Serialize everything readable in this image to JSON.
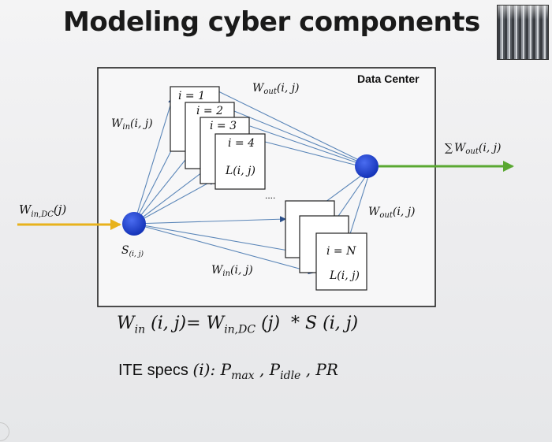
{
  "slide": {
    "title": "Modeling cyber components",
    "thumbnail": "server-rack-photo"
  },
  "diagram": {
    "box_title": "Data Center",
    "input_power": "W",
    "input_power_sub": "in,DC",
    "input_power_arg": "(j)",
    "win_top": "W",
    "win_top_sub": "in",
    "win_top_arg": "(i, j)",
    "wout_top": "W",
    "wout_top_sub": "out",
    "wout_top_arg": "(i, j)",
    "sum_out_sym": "∑",
    "sum_out": "W",
    "sum_out_sub": "out",
    "sum_out_arg": "(i, j)",
    "wout_right": "W",
    "wout_right_sub": "out",
    "wout_right_arg": "(i, j)",
    "win_bottom": "W",
    "win_bottom_sub": "in",
    "win_bottom_arg": "(i, j)",
    "switch_label": "S",
    "switch_sub": "(i, j)",
    "ellipsis": "....",
    "servers": [
      {
        "index_label": "i = 1"
      },
      {
        "index_label": "i = 2"
      },
      {
        "index_label": "i = 3"
      },
      {
        "index_label": "i = 4",
        "load_label": "L(i, j)"
      },
      {
        "index_label": "i = N",
        "load_label": "L(i, j)"
      }
    ],
    "colors": {
      "input_arrow": "#e8b21c",
      "output_arrow": "#5aa832",
      "node": "#1c3fd1",
      "flow_line": "#5b86b8"
    }
  },
  "formula": {
    "lhs": "W",
    "lhs_sub": "in",
    "lhs_arg": " (i, j)= ",
    "rhs_w": "W",
    "rhs_sub": "in,DC",
    "rhs_arg": " (j)  * ",
    "rhs_s": "S (i, j)"
  },
  "specs": {
    "label": "ITE specs ",
    "arg": "(i): ",
    "pmax": "P",
    "pmax_sub": "max",
    "sep1": " , ",
    "pidle": "P",
    "pidle_sub": "idle",
    "sep2": " , ",
    "pr": "PR"
  }
}
